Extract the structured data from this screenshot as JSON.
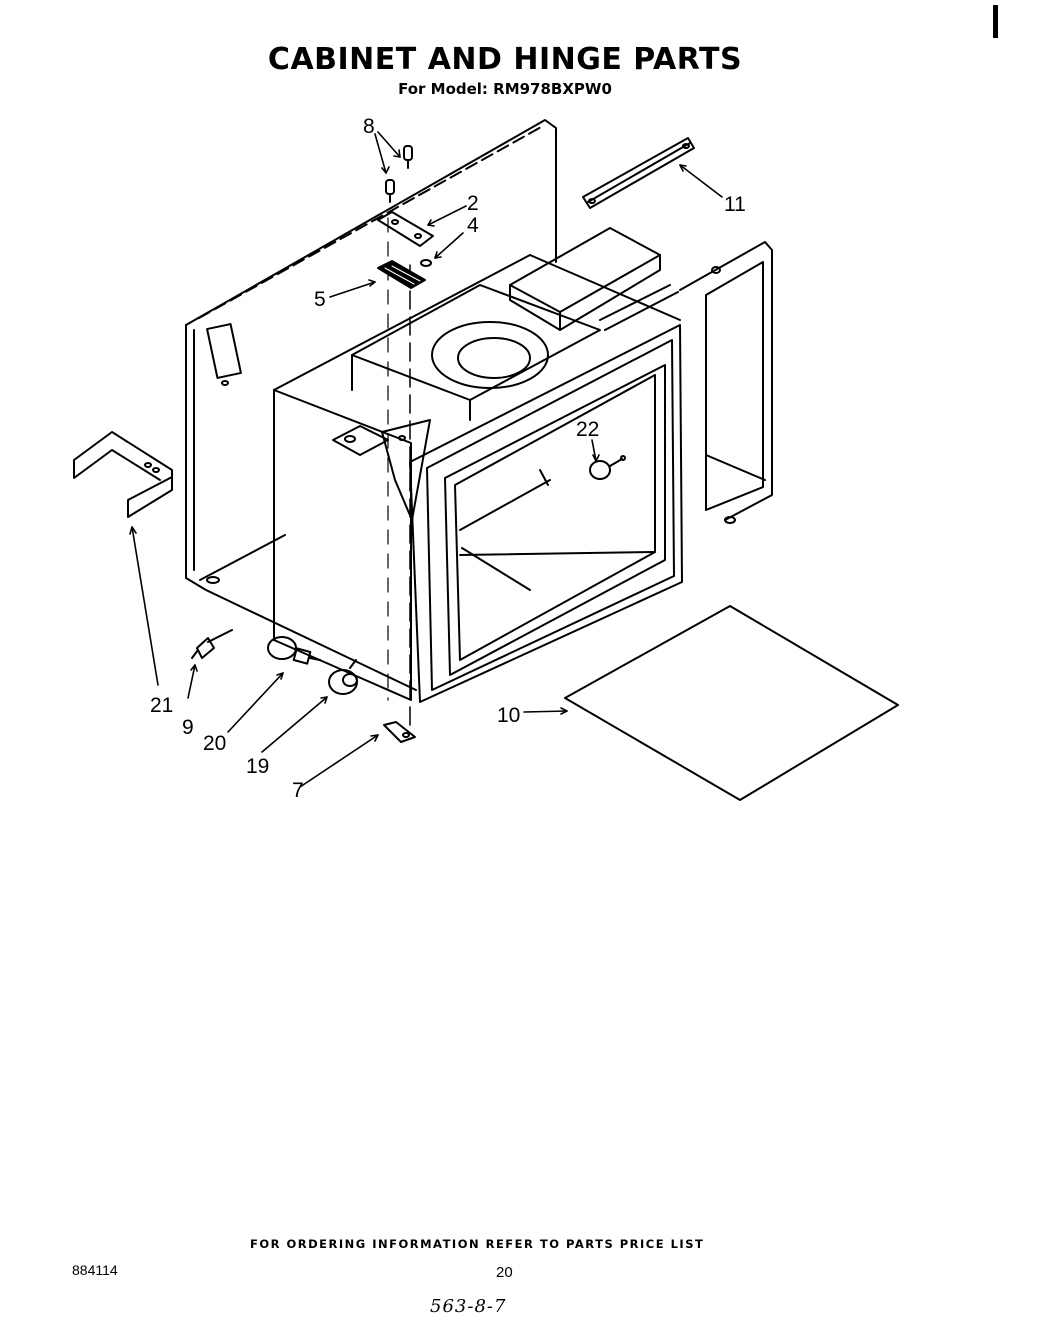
{
  "header": {
    "title": "CABINET AND HINGE PARTS",
    "subtitle": "For Model: RM978BXPW0"
  },
  "callouts": [
    "8",
    "2",
    "4",
    "5",
    "11",
    "22",
    "21",
    "9",
    "20",
    "19",
    "7",
    "10"
  ],
  "footer": {
    "ordering_note": "FOR ORDERING INFORMATION REFER TO PARTS PRICE LIST",
    "code": "884114",
    "page_number": "20",
    "handwritten": "563-8-7"
  }
}
